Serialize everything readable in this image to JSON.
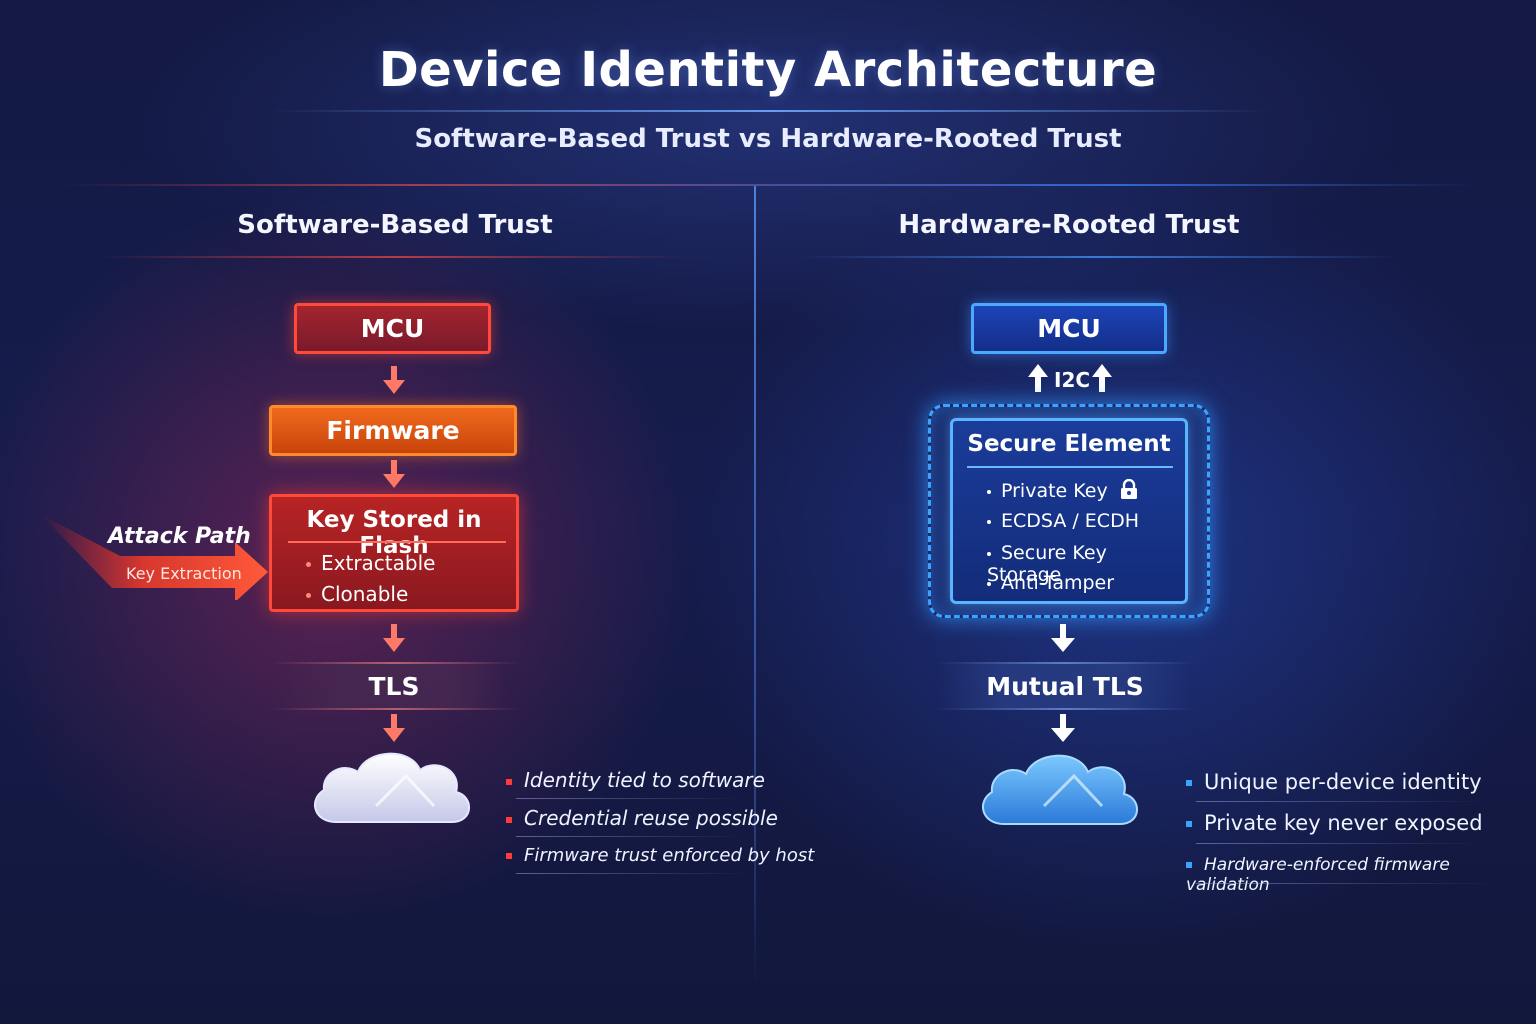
{
  "title": "Device Identity Architecture",
  "subtitle": "Software-Based Trust vs Hardware-Rooted Trust",
  "left": {
    "heading": "Software-Based Trust",
    "mcu": "MCU",
    "firmware": "Firmware",
    "key_box": {
      "title": "Key Stored in Flash",
      "items": [
        "Extractable",
        "Clonable"
      ]
    },
    "attack": {
      "title": "Attack Path",
      "label": "Key Extraction"
    },
    "tls": "TLS",
    "notes": [
      "Identity tied to software",
      "Credential reuse possible",
      "Firmware trust enforced by host"
    ]
  },
  "right": {
    "heading": "Hardware-Rooted Trust",
    "mcu": "MCU",
    "bus": "I2C",
    "secure_element": {
      "title": "Secure Element",
      "items": [
        "Private Key",
        "ECDSA / ECDH",
        "Secure Key Storage",
        "Anti-Tamper"
      ]
    },
    "tls": "Mutual TLS",
    "notes": [
      "Unique per-device identity",
      "Private key never exposed",
      "Hardware-enforced firmware validation"
    ]
  },
  "colors": {
    "software_accent": "#ff4a3a",
    "firmware_accent": "#ff8a2a",
    "hardware_accent": "#4aa8ff",
    "background": "#161c4c"
  },
  "icons": {
    "flow_arrow": "down-arrow-icon",
    "bus_arrows": "up-arrow-icon",
    "key_lock": "lock-icon",
    "cloud": "cloud-icon"
  }
}
